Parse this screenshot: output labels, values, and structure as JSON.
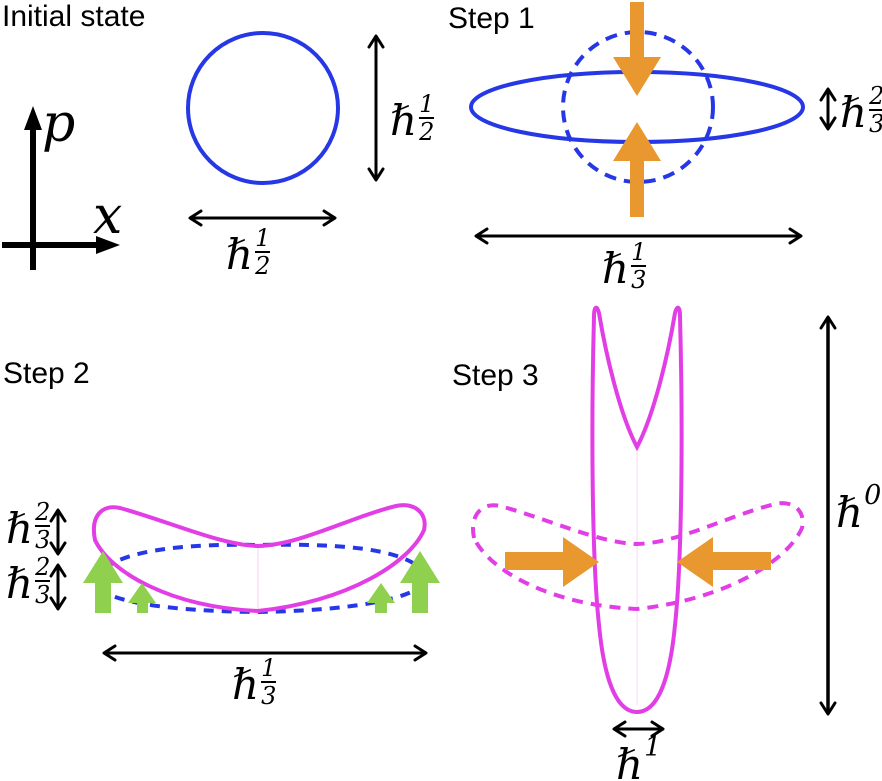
{
  "colors": {
    "blue": "#2638e6",
    "magenta": "#e23ee6",
    "orange": "#e8982f",
    "green": "#8fd14f",
    "black": "#000000"
  },
  "panels": {
    "initial": {
      "title": "Initial state",
      "axis": {
        "p": "p",
        "x": "x"
      },
      "labels": {
        "height": {
          "base": "ℏ",
          "num": "1",
          "den": "2"
        },
        "width": {
          "base": "ℏ",
          "num": "1",
          "den": "2"
        }
      }
    },
    "step1": {
      "title": "Step 1",
      "labels": {
        "height": {
          "base": "ℏ",
          "num": "2",
          "den": "3"
        },
        "width": {
          "base": "ℏ",
          "num": "1",
          "den": "3"
        }
      }
    },
    "step2": {
      "title": "Step 2",
      "labels": {
        "upper": {
          "base": "ℏ",
          "num": "2",
          "den": "3"
        },
        "lower": {
          "base": "ℏ",
          "num": "2",
          "den": "3"
        },
        "width": {
          "base": "ℏ",
          "num": "1",
          "den": "3"
        }
      }
    },
    "step3": {
      "title": "Step 3",
      "labels": {
        "height": {
          "base": "ℏ",
          "exp": "0"
        },
        "width": {
          "base": "ℏ",
          "exp": "1"
        }
      }
    }
  }
}
